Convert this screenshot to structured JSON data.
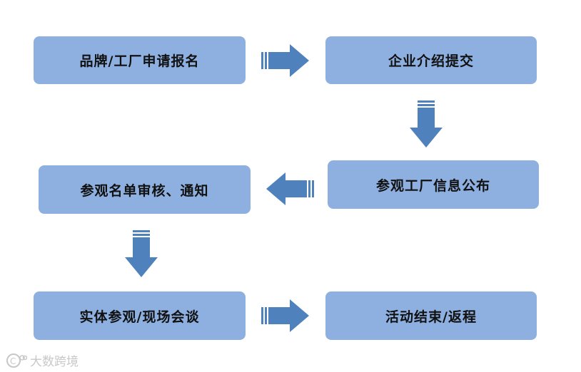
{
  "steps": {
    "s1": "品牌/工厂申请报名",
    "s2": "企业介绍提交",
    "s3": "参观工厂信息公布",
    "s4": "参观名单审核、通知",
    "s5": "实体参观/现场会谈",
    "s6": "活动结束/返程"
  },
  "colors": {
    "box_fill": "#8db0e0",
    "arrow_fill": "#4f81bd"
  },
  "watermark": {
    "logo_text": "C",
    "text": "大数跨境"
  }
}
